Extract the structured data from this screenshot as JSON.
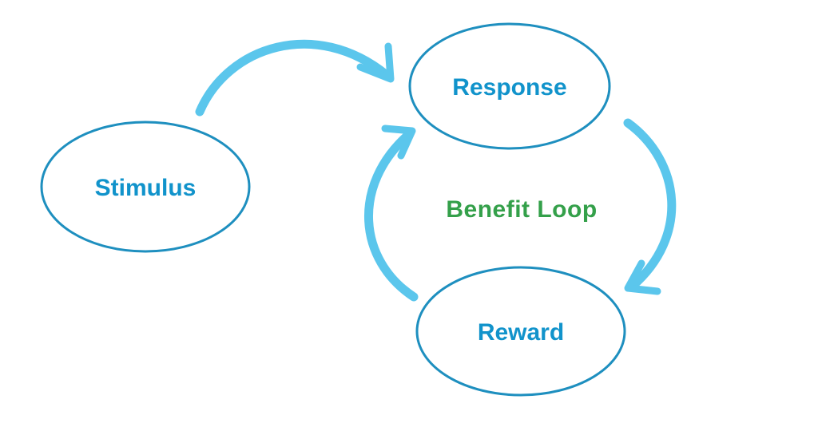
{
  "diagram": {
    "title": "Benefit Loop",
    "center_label": "Benefit Loop",
    "nodes": [
      {
        "id": "stimulus",
        "label": "Stimulus"
      },
      {
        "id": "response",
        "label": "Response"
      },
      {
        "id": "reward",
        "label": "Reward"
      }
    ],
    "edges": [
      {
        "from": "stimulus",
        "to": "response",
        "style": "thick-curved-arrow"
      },
      {
        "from": "response",
        "to": "reward",
        "style": "thick-curved-arrow"
      },
      {
        "from": "reward",
        "to": "response",
        "style": "thick-curved-arrow"
      }
    ]
  },
  "colors": {
    "background": "#FFFFFF",
    "node_stroke": "#1E8FBF",
    "node_fill": "#FFFFFF",
    "node_text": "#1193CB",
    "arrow": "#5BC6EC",
    "center_label": "#34A04A"
  }
}
